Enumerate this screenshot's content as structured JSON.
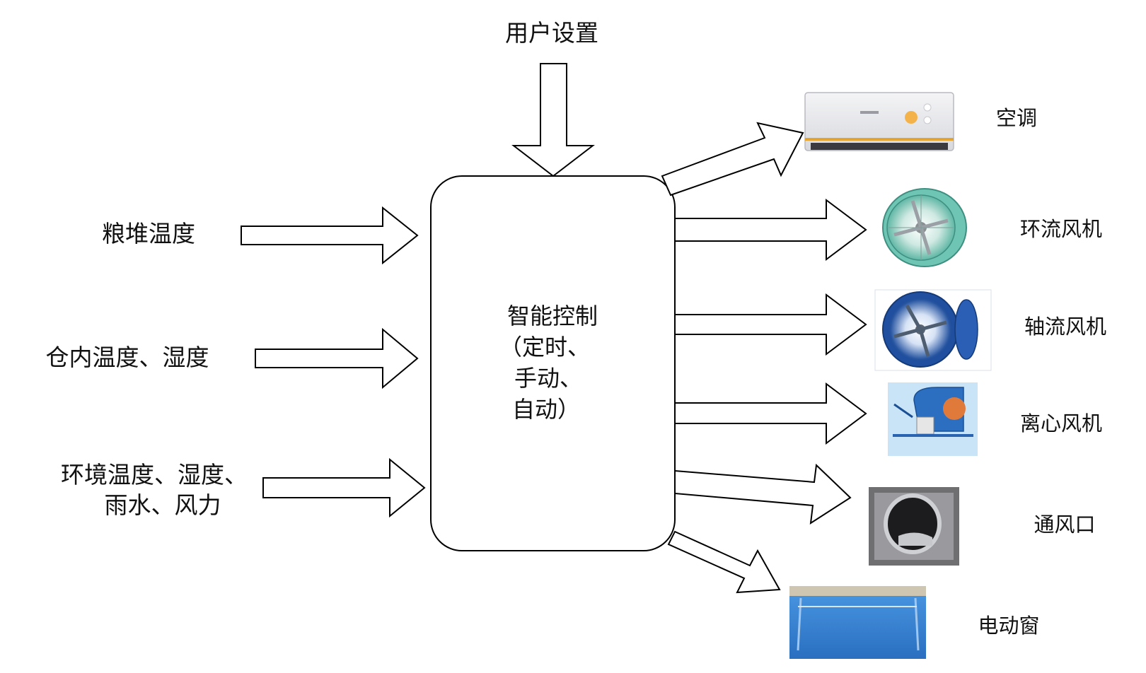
{
  "top_input": "用户设置",
  "inputs": [
    "粮堆温度",
    "仓内温度、湿度"
  ],
  "env_input": [
    "环境温度、湿度、",
    "雨水、风力"
  ],
  "controller": [
    "智能控制",
    "（定时、",
    "手动、",
    "自动）"
  ],
  "outputs": [
    "空调",
    "环流风机",
    "轴流风机",
    "离心风机",
    "通风口",
    "电动窗"
  ],
  "icons": [
    "air-conditioner-icon",
    "circulation-fan-icon",
    "axial-fan-icon",
    "centrifugal-fan-icon",
    "vent-icon",
    "electric-window-icon"
  ],
  "colors": {
    "stroke": "#000000",
    "fan_green": "#6fc5b4",
    "fan_blue": "#1f4f9e",
    "centrifugal_blue": "#2c6fc0",
    "window_blue": "#2e7fd2"
  }
}
